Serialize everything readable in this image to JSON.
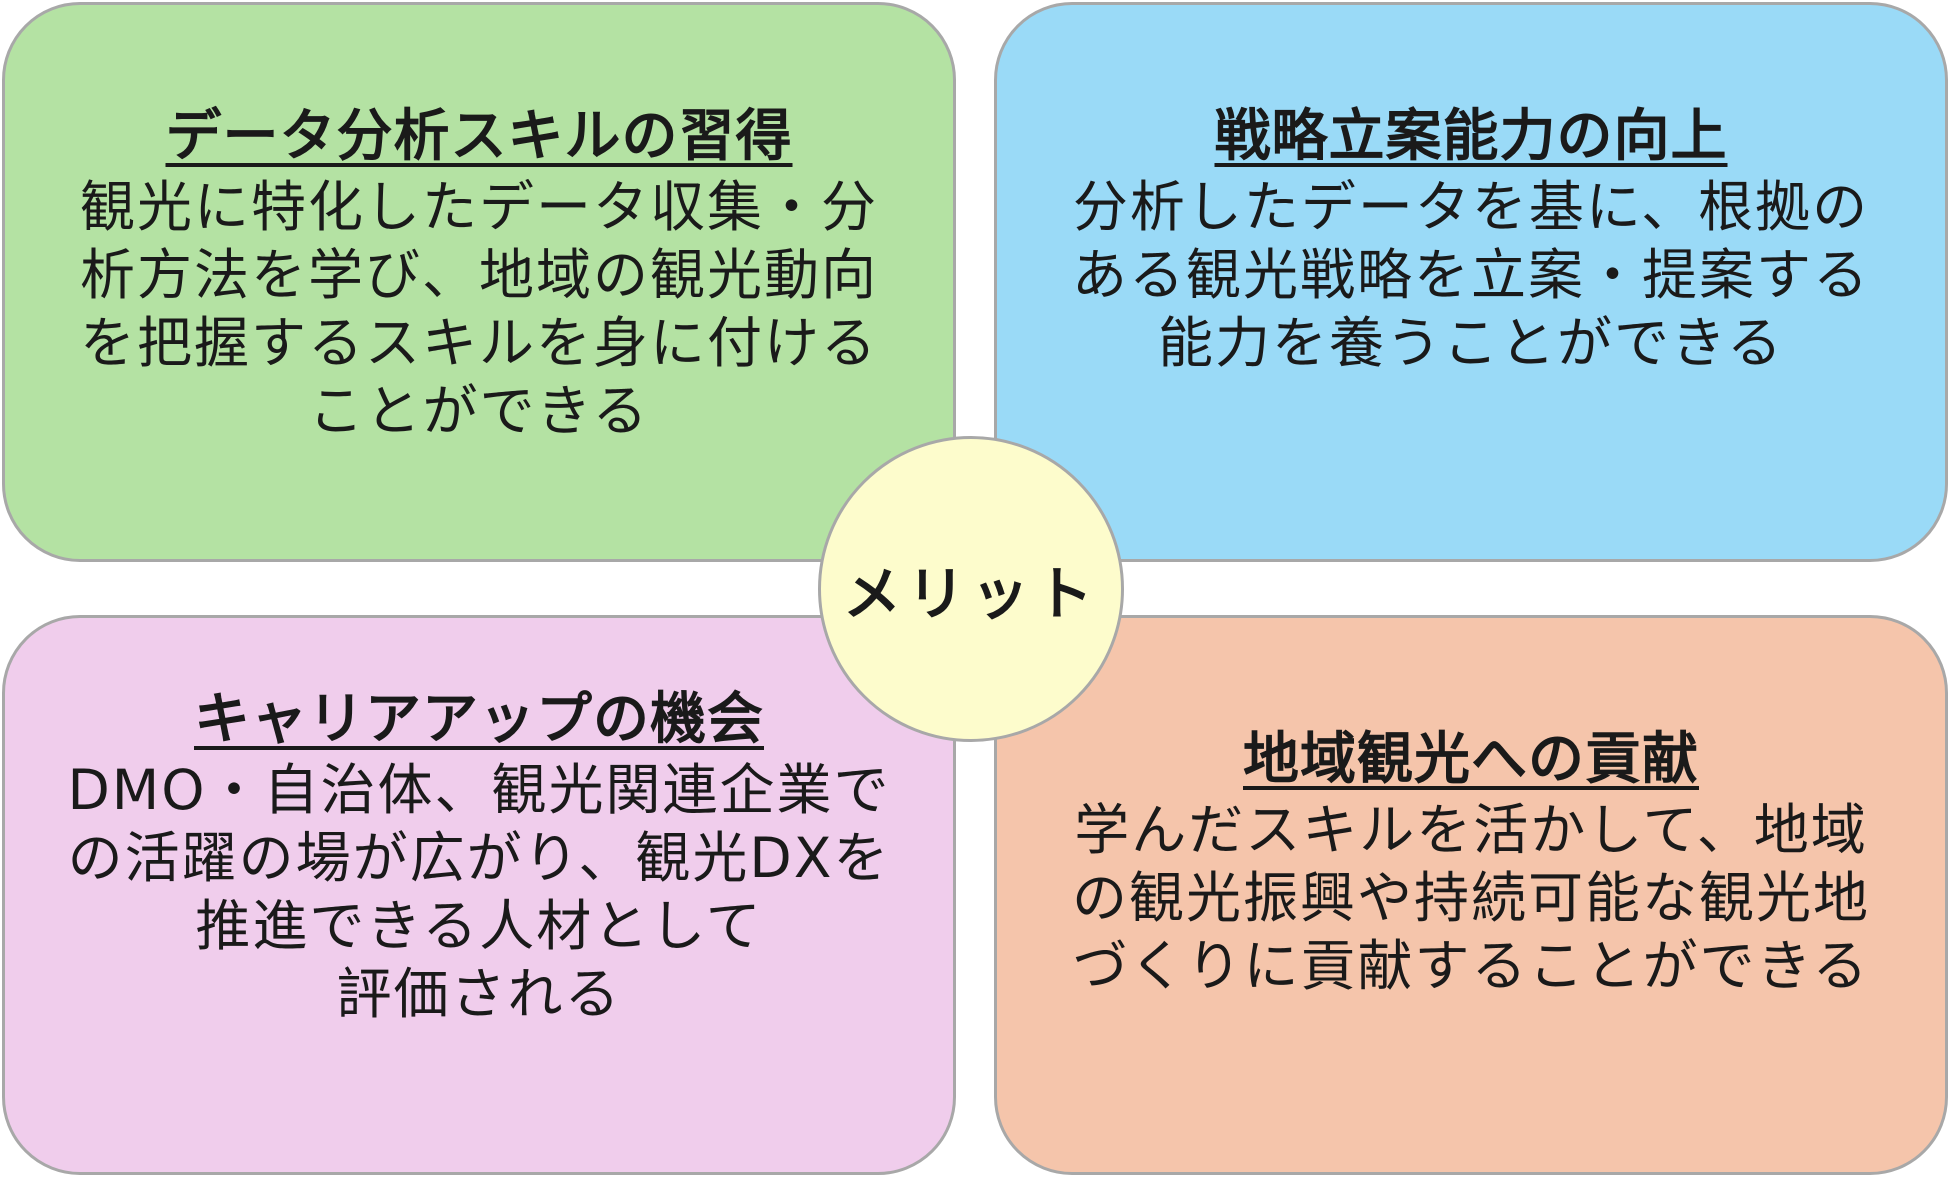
{
  "center": {
    "label": "メリット",
    "color": "#fdfccc"
  },
  "panels": [
    {
      "title": "データ分析スキルの習得",
      "lines": [
        "観光に特化したデータ収集・分",
        "析方法を学び、地域の観光動向",
        "を把握するスキルを身に付ける",
        "ことができる"
      ],
      "color": "#b4e2a3"
    },
    {
      "title": "戦略立案能力の向上",
      "lines": [
        "分析したデータを基に、根拠の",
        "ある観光戦略を立案・提案する",
        "能力を養うことができる"
      ],
      "color": "#9adaf7"
    },
    {
      "title": "キャリアアップの機会",
      "lines": [
        "DMO・自治体、観光関連企業で",
        "の活躍の場が広がり、観光DXを",
        "推進できる人材として",
        "評価される"
      ],
      "color": "#f0cdec"
    },
    {
      "title": "地域観光への貢献",
      "lines": [
        "学んだスキルを活かして、地域",
        "の観光振興や持続可能な観光地",
        "づくりに貢献することができる"
      ],
      "color": "#f5c5ab"
    }
  ]
}
